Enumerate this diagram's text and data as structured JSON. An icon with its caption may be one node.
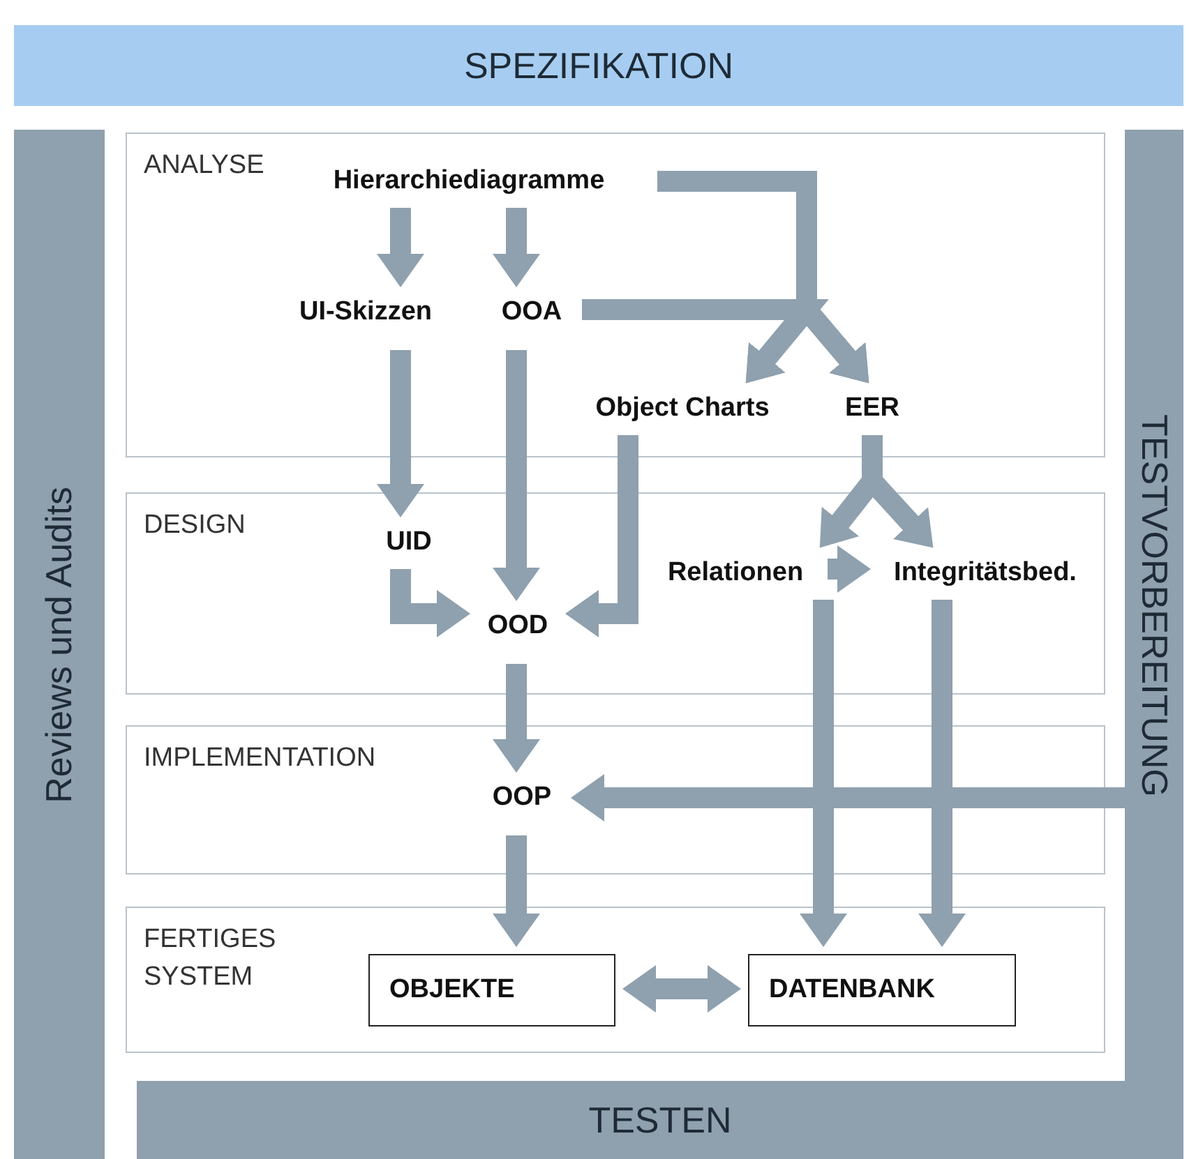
{
  "diagram": {
    "nodes": [
      {
        "text": [
          "SPEZIFIKATION"
        ]
      },
      {
        "text": [
          "Reviews und Audits"
        ]
      },
      {
        "text": [
          "TESTVORBEREITUNG"
        ]
      },
      {
        "text": [
          "TESTEN"
        ]
      },
      {
        "text": [
          "ANALYSE"
        ]
      },
      {
        "text": [
          "Hierarchiediagramme"
        ],
        "in": 4
      },
      {
        "text": [
          "UI-Skizzen"
        ],
        "in": 4
      },
      {
        "text": [
          "OOA"
        ],
        "in": 4
      },
      {
        "text": [
          "Object Charts"
        ],
        "in": 4
      },
      {
        "text": [
          "EER"
        ],
        "in": 4
      },
      {
        "text": [
          "DESIGN"
        ]
      },
      {
        "text": [
          "UID"
        ],
        "in": 10
      },
      {
        "text": [
          "OOD"
        ],
        "in": 10
      },
      {
        "text": [
          "Relationen"
        ],
        "in": 10
      },
      {
        "text": [
          "Integritätsbed."
        ],
        "in": 10
      },
      {
        "text": [
          "IMPLEMENTATION"
        ]
      },
      {
        "text": [
          "OOP"
        ],
        "in": 15
      },
      {
        "text": [
          "FERTIGES SYSTEM"
        ]
      },
      {
        "text": [
          "OBJEKTE"
        ],
        "in": 17
      },
      {
        "text": [
          "DATENBANK"
        ],
        "in": 17
      }
    ],
    "edges": [
      {
        "from": 5,
        "to": 6,
        "arrow": "to"
      },
      {
        "from": 5,
        "to": 7,
        "arrow": "to"
      },
      {
        "from": 5,
        "to": 8,
        "arrow": "to"
      },
      {
        "from": 5,
        "to": 9,
        "arrow": "to"
      },
      {
        "from": 7,
        "to": 8,
        "arrow": "to"
      },
      {
        "from": 7,
        "to": 9,
        "arrow": "to"
      },
      {
        "from": 6,
        "to": 11,
        "arrow": "to"
      },
      {
        "from": 7,
        "to": 12,
        "arrow": "to"
      },
      {
        "from": 8,
        "to": 12,
        "arrow": "to"
      },
      {
        "from": 11,
        "to": 12,
        "arrow": "to"
      },
      {
        "from": 9,
        "to": 13,
        "arrow": "to"
      },
      {
        "from": 9,
        "to": 14,
        "arrow": "to"
      },
      {
        "from": 13,
        "to": 14,
        "arrow": "to"
      },
      {
        "from": 12,
        "to": 16,
        "arrow": "to"
      },
      {
        "from": 16,
        "to": 18,
        "arrow": "to"
      },
      {
        "from": 18,
        "to": 19,
        "arrow": "both"
      },
      {
        "from": 13,
        "to": 19,
        "arrow": "to"
      },
      {
        "from": 14,
        "to": 19,
        "arrow": "to"
      },
      {
        "from": 2,
        "to": 16,
        "arrow": "to"
      }
    ]
  }
}
